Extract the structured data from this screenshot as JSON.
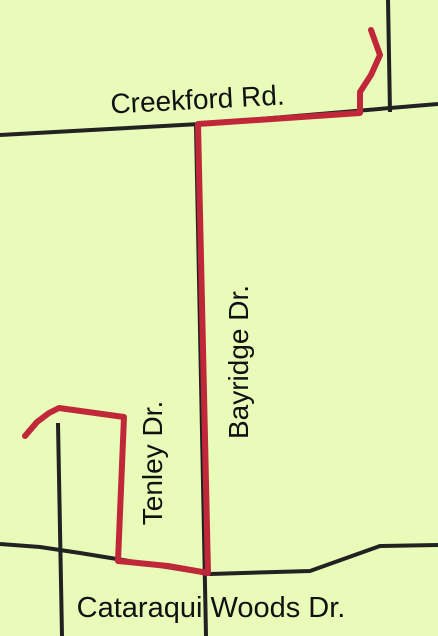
{
  "map": {
    "background_color": "#e8fbb8",
    "road_color": "#222222",
    "route_color": "#c0283a"
  },
  "streets": {
    "creekford": "Creekford Rd.",
    "bayridge": "Bayridge Dr.",
    "tenley": "Tenley Dr.",
    "cataraqui": "Cataraqui Woods Dr."
  }
}
